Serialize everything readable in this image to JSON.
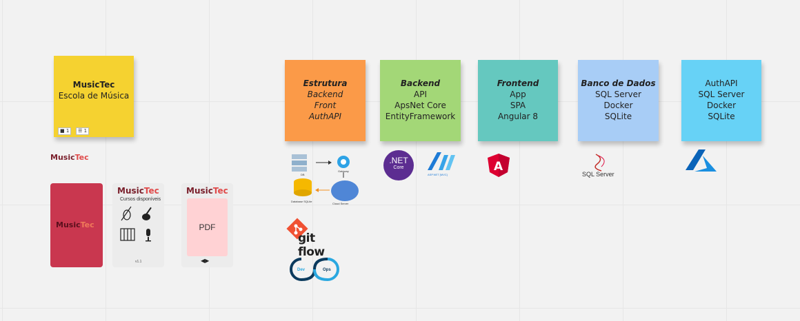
{
  "sticky_main": {
    "title": "MusicTec",
    "subtitle": "Escola de Música",
    "chip1": "1",
    "chip2": "1",
    "color": "#f5d230"
  },
  "logo_small": {
    "part1": "Music",
    "part2": "Tec"
  },
  "card_splash": {
    "part1": "Music",
    "part2": "Tec",
    "color": "#c9374f"
  },
  "card_courses": {
    "part1": "Music",
    "part2": "Tec",
    "subtitle": "Cursos disponíveis",
    "footer": "v1.1"
  },
  "card_pdf": {
    "part1": "Music",
    "part2": "Tec",
    "label": "PDF",
    "prev": "◀",
    "next": "▶"
  },
  "notes": [
    {
      "title": "Estrutura",
      "lines": [
        "Backend",
        "Front",
        "AuthAPI"
      ],
      "color": "#fb9a48"
    },
    {
      "title": "Backend",
      "lines": [
        "API",
        "ApsNet Core",
        "EntityFramework"
      ],
      "color": "#a3d777"
    },
    {
      "title": "Frontend",
      "lines": [
        "App",
        "SPA",
        "Angular 8"
      ],
      "color": "#65c8bf"
    },
    {
      "title": "Banco de Dados",
      "lines": [
        "SQL Server",
        "Docker",
        "SQLite"
      ],
      "color": "#a8cdf6"
    },
    {
      "title": "",
      "lines": [
        "AuthAPI",
        "SQL Server",
        "Docker",
        "SQLite"
      ],
      "color": "#67d2f6"
    }
  ],
  "diagram": {
    "db_label": "DB",
    "api_label": "Gateway",
    "cloud_label": "Cloud Server",
    "sqlite_label": "Database SQLite"
  },
  "logos": {
    "net_text": ".NET",
    "net_sub": "Core",
    "aspnet_sub": "ASP.NET [MVC]",
    "angular_letter": "A",
    "sqlserver_text": "SQL Server",
    "gitflow_text": "git flow",
    "dev": "Dev",
    "ops": "Ops"
  }
}
